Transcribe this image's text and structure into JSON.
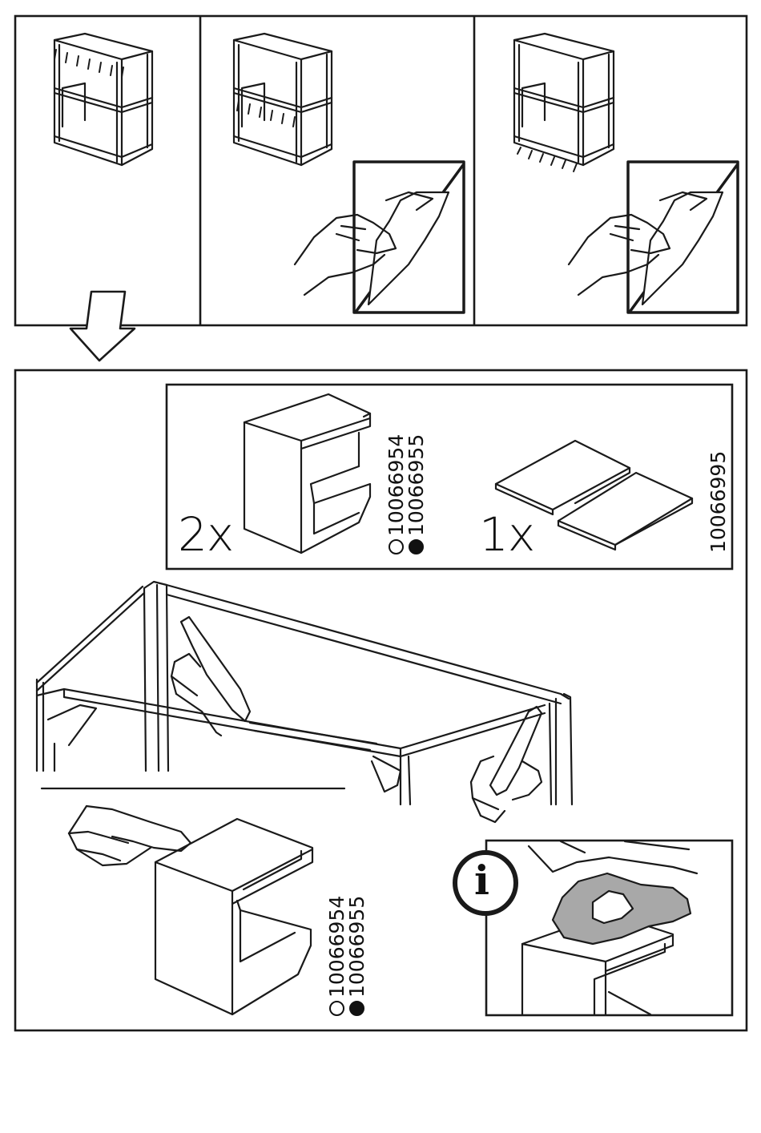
{
  "instructions": {
    "step_panels": [
      {
        "name": "shelf-top-panel"
      },
      {
        "name": "shelf-middle-panel"
      },
      {
        "name": "shelf-bottom-panel"
      }
    ],
    "parts": [
      {
        "quantity": "2x",
        "options": [
          {
            "number": "10066954",
            "swatch": "open-circle"
          },
          {
            "number": "10066955",
            "swatch": "filled-circle"
          }
        ]
      },
      {
        "quantity": "1x",
        "number": "10066995"
      }
    ],
    "detail_parts": {
      "options": [
        {
          "number": "10066954",
          "swatch": "open-circle"
        },
        {
          "number": "10066955",
          "swatch": "filled-circle"
        }
      ]
    },
    "info_icon": {
      "glyph": "i"
    },
    "colors": {
      "line": "#1a1a1a",
      "cloth": "#a8a8a8"
    }
  }
}
